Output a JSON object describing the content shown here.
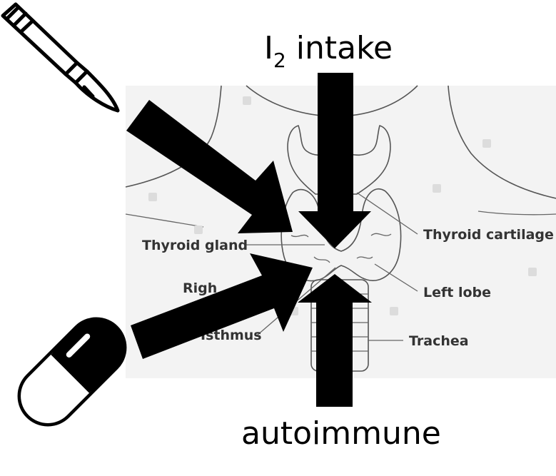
{
  "labels": {
    "thyroid_gland": "Thyroid gland",
    "thyroid_cartilage": "Thyroid cartilage",
    "right_lobe_partial": "Righ",
    "left_lobe": "Left lobe",
    "isthmus": "Isthmus",
    "trachea": "Trachea"
  },
  "factors": {
    "iodine_symbol": "I",
    "iodine_subscript": "2",
    "iodine_suffix": " intake",
    "autoimmune": "autoimmune"
  },
  "icons": {
    "top_left": "scalpel-icon",
    "bottom_left": "pill-capsule-icon"
  },
  "colors": {
    "arrow": "#000000",
    "illustration_bg": "#f3f3f3",
    "label_text": "#333333"
  }
}
